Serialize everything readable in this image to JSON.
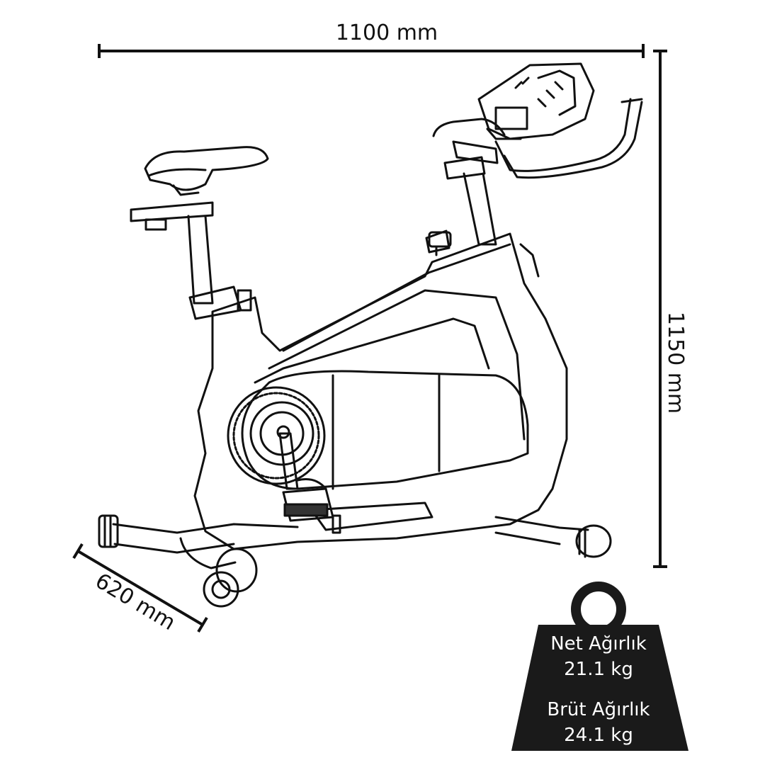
{
  "dimensions": {
    "width": "1100 mm",
    "height": "1150 mm",
    "depth": "620 mm"
  },
  "weight": {
    "net_label": "Net Ağırlık",
    "net_value": "21.1 kg",
    "gross_label": "Brüt Ağırlık",
    "gross_value": "24.1 kg",
    "color": "#1a1a1a"
  }
}
